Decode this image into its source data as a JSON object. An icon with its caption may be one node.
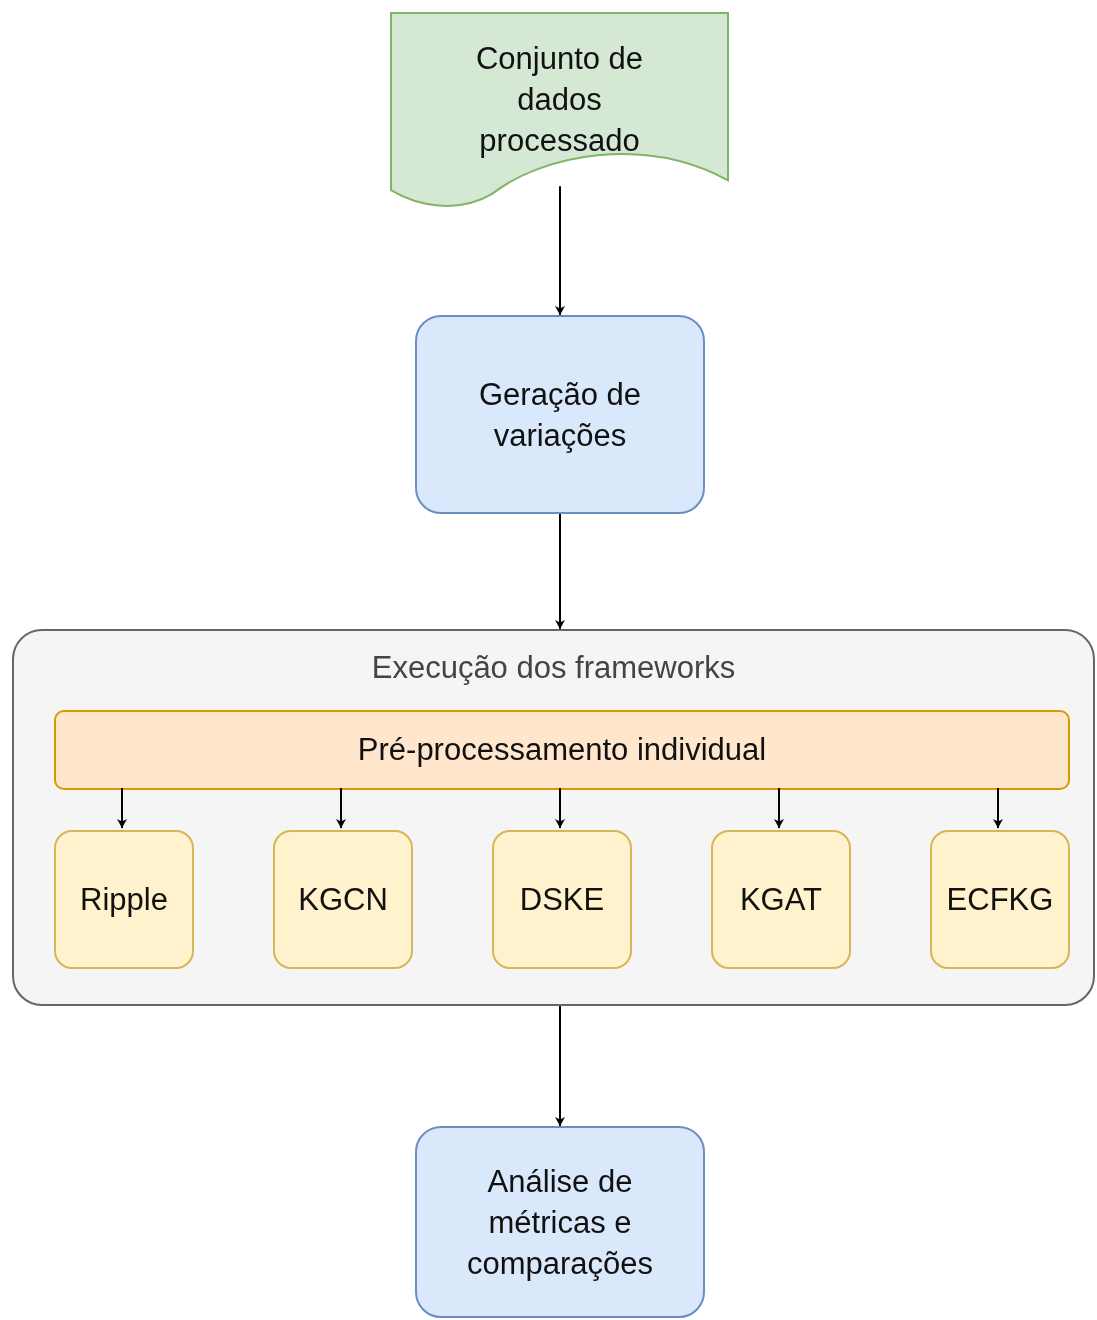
{
  "diagram": {
    "nodes": [
      {
        "text": [
          "Conjunto de dados processado"
        ]
      },
      {
        "text": [
          "Geração de variações"
        ]
      },
      {
        "text": [
          "Execução dos frameworks"
        ]
      },
      {
        "text": [
          "Pré-processamento individual"
        ],
        "in": 2
      },
      {
        "text": [
          "Ripple"
        ],
        "in": 2
      },
      {
        "text": [
          "KGCN"
        ],
        "in": 2
      },
      {
        "text": [
          "DSKE"
        ],
        "in": 2
      },
      {
        "text": [
          "KGAT"
        ],
        "in": 2
      },
      {
        "text": [
          "ECFKG"
        ],
        "in": 2
      },
      {
        "text": [
          "Análise de métricas e comparações"
        ]
      }
    ],
    "edges": [
      {
        "from": 0,
        "to": 1,
        "arrow": "to"
      },
      {
        "from": 1,
        "to": 2,
        "arrow": "to"
      },
      {
        "from": 3,
        "to": 4,
        "arrow": "to"
      },
      {
        "from": 3,
        "to": 5,
        "arrow": "to"
      },
      {
        "from": 3,
        "to": 6,
        "arrow": "to"
      },
      {
        "from": 3,
        "to": 7,
        "arrow": "to"
      },
      {
        "from": 3,
        "to": 8,
        "arrow": "to"
      },
      {
        "from": 2,
        "to": 9,
        "arrow": "to"
      }
    ]
  }
}
